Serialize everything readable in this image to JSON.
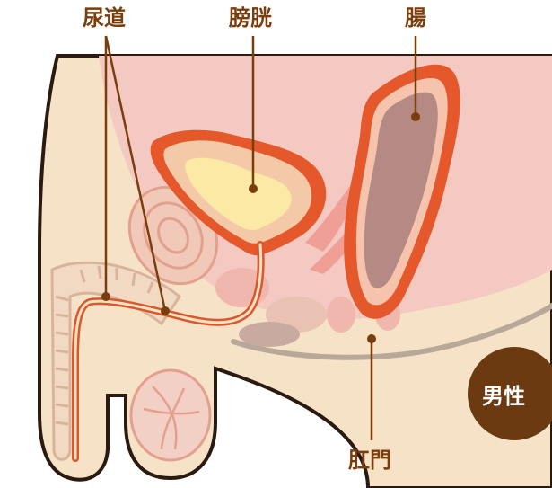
{
  "labels": {
    "urethra": "尿道",
    "bladder": "膀胱",
    "intestine": "腸",
    "anus": "肛門"
  },
  "badge": {
    "text": "男性"
  },
  "colors": {
    "background": "#ffffff",
    "body_skin": "#f6e2c6",
    "body_pink": "#f3c9c2",
    "organ_outline": "#d9572a",
    "intestine_fill": "#b58a85",
    "bladder_fill": "#fbe9a5",
    "leader_line": "#7a3d0c",
    "badge_fill": "#6b3a10"
  }
}
